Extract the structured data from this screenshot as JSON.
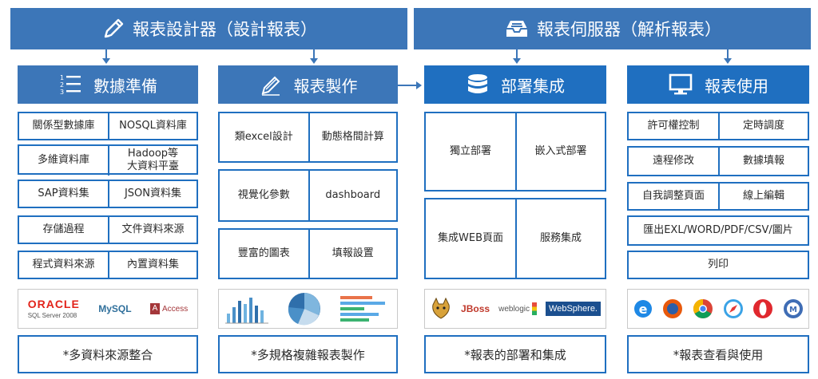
{
  "top_headers": {
    "designer": "報表設計器（設計報表）",
    "server": "報表伺服器（解析報表）"
  },
  "columns": {
    "data": {
      "title": "數據準備",
      "rows": [
        [
          "關係型數據庫",
          "NOSQL資料庫"
        ],
        [
          "多維資料庫",
          "Hadoop等\n大資料平臺"
        ],
        [
          "SAP資料集",
          "JSON資料集"
        ],
        [
          "存儲過程",
          "文件資料來源"
        ],
        [
          "程式資料來源",
          "內置資料集"
        ]
      ],
      "logos": [
        "ORACLE",
        "SQL Server 2008",
        "MySQL",
        "Access"
      ],
      "footer": "*多資料來源整合"
    },
    "make": {
      "title": "報表製作",
      "rows": [
        [
          "類excel設計",
          "動態格間計算"
        ],
        [
          "視覺化參數",
          "dashboard"
        ],
        [
          "豐富的圖表",
          "填報設置"
        ]
      ],
      "footer": "*多規格複雜報表製作"
    },
    "deploy": {
      "title": "部署集成",
      "rows": [
        [
          "獨立部署",
          "嵌入式部署"
        ],
        [
          "集成WEB頁面",
          "服務集成"
        ]
      ],
      "logos": [
        "JBoss",
        "weblogic",
        "WebSphere."
      ],
      "footer": "*報表的部署和集成"
    },
    "use": {
      "title": "報表使用",
      "rows": [
        [
          "許可權控制",
          "定時調度"
        ],
        [
          "遠程修改",
          "數據填報"
        ],
        [
          "自我調整頁面",
          "線上編輯"
        ],
        [
          "匯出EXL/WORD/PDF/CSV/圖片"
        ],
        [
          "列印"
        ]
      ],
      "footer": "*報表查看與使用"
    }
  },
  "colors": {
    "header_blue": "#3c76b8",
    "column_blue": "#1f6fc0"
  },
  "icons": [
    "pencil-icon",
    "server-tray-icon",
    "numbered-list-icon",
    "edit-pen-icon",
    "database-icon",
    "monitor-icon"
  ]
}
